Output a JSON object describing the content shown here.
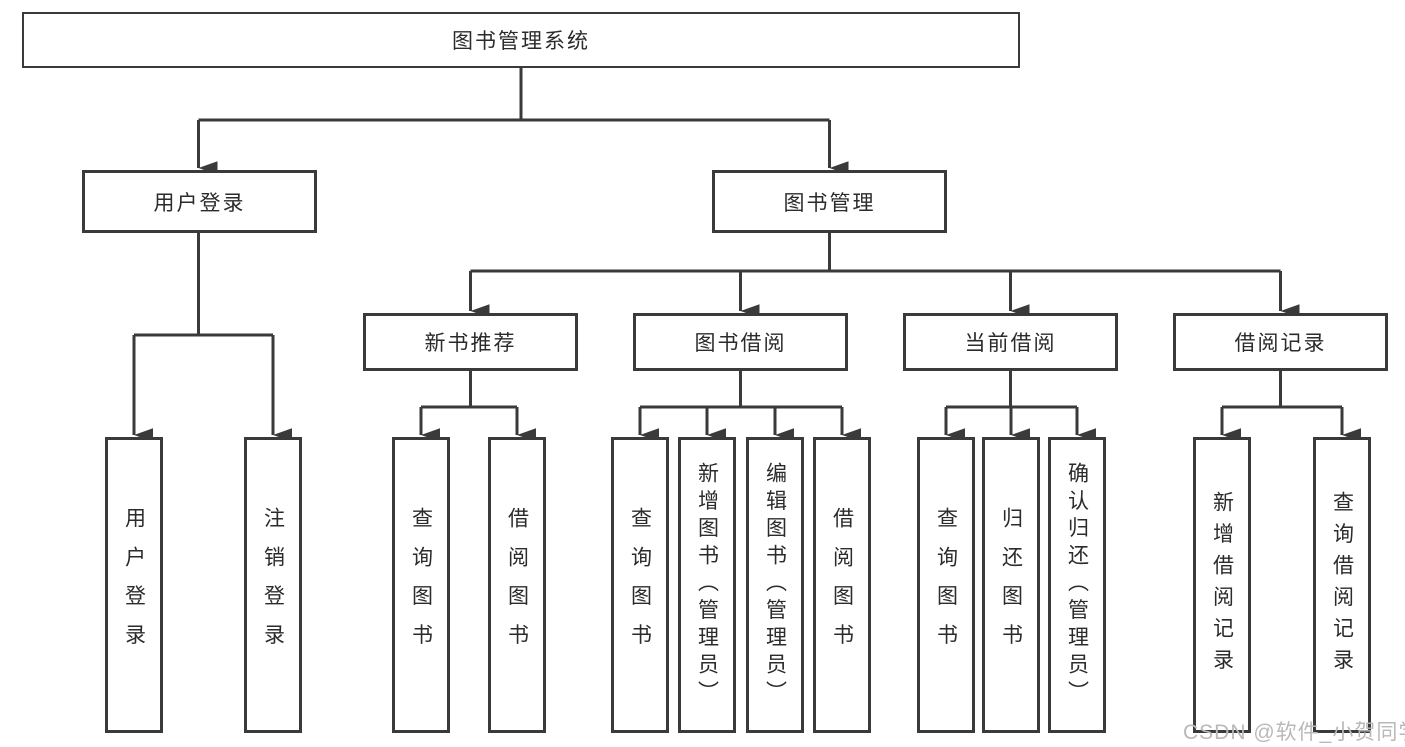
{
  "diagram": {
    "title": "图书管理系统",
    "root": {
      "label": "图书管理系统"
    },
    "level2": [
      {
        "label": "用户登录"
      },
      {
        "label": "图书管理"
      }
    ],
    "level3": [
      {
        "label": "新书推荐"
      },
      {
        "label": "图书借阅"
      },
      {
        "label": "当前借阅"
      },
      {
        "label": "借阅记录"
      }
    ],
    "leaves": {
      "user_login": [
        "用户登录",
        "注销登录"
      ],
      "new_book": [
        "查询图书",
        "借阅图书"
      ],
      "book_borrow": [
        "查询图书",
        "新增图书（管理员）",
        "编辑图书（管理员）",
        "借阅图书"
      ],
      "current_borrow": [
        "查询图书",
        "归还图书",
        "确认归还（管理员）"
      ],
      "borrow_records": [
        "新增借阅记录",
        "查询借阅记录"
      ]
    },
    "watermark": "CSDN @软件_小贺同学",
    "colors": {
      "line": "#3a3a3a",
      "text": "#2b2b2b",
      "watermark": "#b9b9b9",
      "box-bg": "#ffffff"
    }
  }
}
